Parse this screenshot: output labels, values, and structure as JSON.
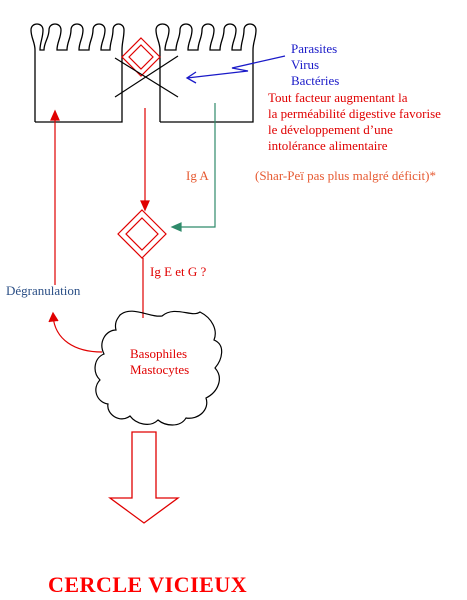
{
  "pathogens": [
    "Parasites",
    "Virus",
    "Bactéries"
  ],
  "permeability_note": [
    "Tout facteur augmentant la",
    "la perméabilité digestive favorise",
    "le développement d’une",
    "intolérance alimentaire"
  ],
  "iga_label": "Ig A",
  "sharpei_note": "(Shar-Peï pas plus malgré déficit)*",
  "ige_label": "Ig E et G ?",
  "degranulation_label": "Dégranulation",
  "cells": [
    "Basophiles",
    "Mastocytes"
  ],
  "title": "CERCLE VICIEUX",
  "colors": {
    "pathogens": "#1a1ac8",
    "permeability_note": "#e00000",
    "iga": "#2f8a6a",
    "sharpei": "#e65a32",
    "ige": "#e00000",
    "degranulation": "#2b4f86",
    "arrows_red": "#e00000",
    "arrow_teal": "#2f8a6a",
    "title": "#ff0000"
  }
}
